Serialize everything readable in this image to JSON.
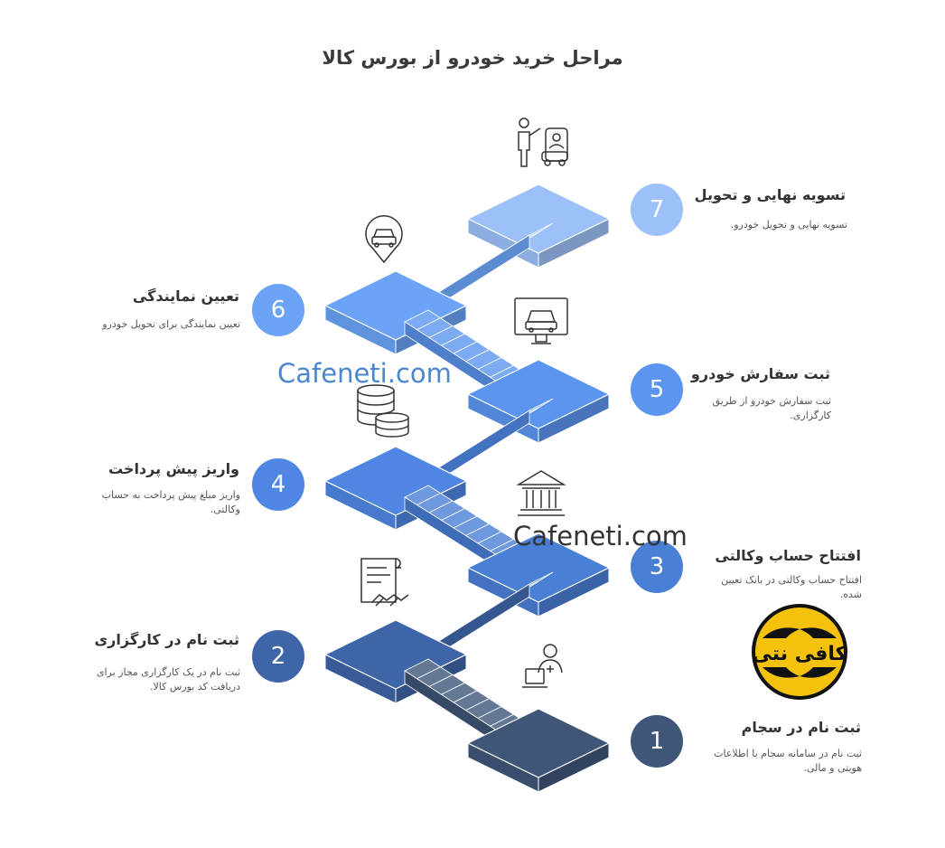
{
  "title": "مراحل خرید خودرو از بورس کالا",
  "steps": [
    {
      "num": "1",
      "title": "ثبت نام در سجام",
      "desc": "ثبت نام در سامانه سجام با اطلاعات هویتی و مالی.",
      "color": "#3F5678",
      "icon": "user-laptop-icon"
    },
    {
      "num": "2",
      "title": "ثبت نام در کارگزاری",
      "desc": "ثبت نام در یک کارگزاری مجاز برای دریافت کد بورس کالا.",
      "color": "#3E65A8",
      "icon": "contract-handshake-icon"
    },
    {
      "num": "3",
      "title": "افتتاح حساب وکالتی",
      "desc": "افتتاح حساب وکالتی در بانک تعیین شده.",
      "color": "#4A7FD6",
      "icon": "bank-icon"
    },
    {
      "num": "4",
      "title": "واریز پیش پرداخت",
      "desc": "واریز مبلغ پیش پرداخت به حساب وکالتی.",
      "color": "#4F86E3",
      "icon": "coins-icon"
    },
    {
      "num": "5",
      "title": "ثبت سفارش خودرو",
      "desc": "ثبت سفارش خودرو از طریق کارگزاری.",
      "color": "#5B95F0",
      "icon": "car-monitor-icon"
    },
    {
      "num": "6",
      "title": "تعیین نمایندگی",
      "desc": "تعیین نمایندگی برای تحویل خودرو",
      "color": "#6BA3F6",
      "icon": "car-location-icon"
    },
    {
      "num": "7",
      "title": "تسویه نهایی و تحویل",
      "desc": "تسویه نهایی و تحویل خودرو.",
      "color": "#9CC0F8",
      "icon": "car-delivery-icon"
    }
  ],
  "watermarks": [
    "Cafeneti.com",
    "Cafeneti.com"
  ],
  "logo": {
    "text": "کافی نتی",
    "bg": "#F4C20D"
  }
}
